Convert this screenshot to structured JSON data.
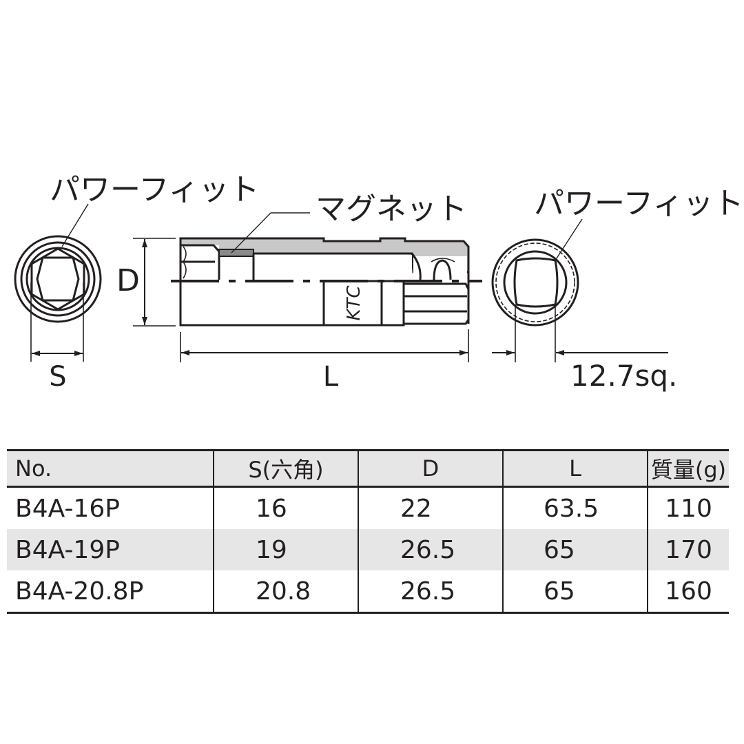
{
  "diagram": {
    "labels": {
      "power_fit_left": "パワーフィット",
      "magnet": "マグネット",
      "power_fit_right": "パワーフィット",
      "dim_s": "S",
      "dim_d": "D",
      "dim_l": "L",
      "dim_square_drive": "12.7sq.",
      "brand_mark": "KTC"
    },
    "colors": {
      "line": "#231f20",
      "body_fill": "#c8c8c8",
      "magnet_fill": "#8a8a8a",
      "table_header_bg": "#e6e6e6",
      "table_alt_row_bg": "#e6e6e6"
    }
  },
  "table": {
    "headers": {
      "no": "No.",
      "s": "S(六角)",
      "d": "D",
      "l": "L",
      "mass": "質量(g)"
    },
    "rows": [
      {
        "no": "B4A-16P",
        "s": "16",
        "d": "22",
        "l": "63.5",
        "mass": "110"
      },
      {
        "no": "B4A-19P",
        "s": "19",
        "d": "26.5",
        "l": "65",
        "mass": "170"
      },
      {
        "no": "B4A-20.8P",
        "s": "20.8",
        "d": "26.5",
        "l": "65",
        "mass": "160"
      }
    ]
  }
}
